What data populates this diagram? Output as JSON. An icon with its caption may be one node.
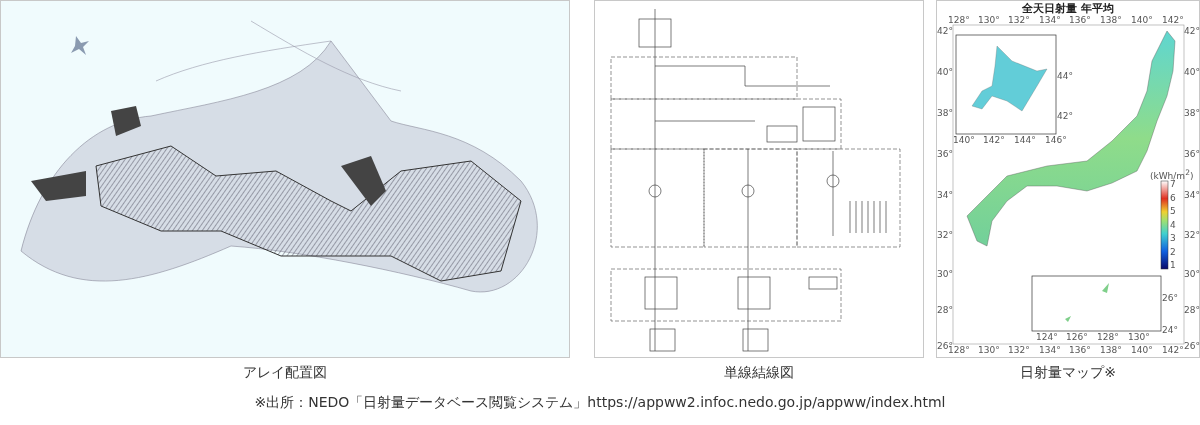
{
  "diagram": {
    "caption": "※出所：NEDO「日射量データベース閲覧システム」https://appww2.infoc.nedo.go.jp/appww/index.html",
    "nodes": [
      {
        "text": [],
        "shape": "picture",
        "beside": [
          "アレイ配置図"
        ]
      },
      {
        "text": [],
        "shape": "picture",
        "beside": [
          "単線結線図"
        ]
      },
      {
        "text": [
          "全天日射量 年平均"
        ],
        "beside": [
          "日射量マップ※"
        ]
      }
    ],
    "labels": [
      "128°",
      "130°",
      "132°",
      "134°",
      "136°",
      "138°",
      "140°",
      "142°",
      "42°",
      "40°",
      "38°",
      "36°",
      "34°",
      "32°",
      "30°",
      "28°",
      "26°",
      "42°",
      "40°",
      "38°",
      "36°",
      "34°",
      "32°",
      "30°",
      "28°",
      "26°",
      "128°",
      "130°",
      "132°",
      "134°",
      "136°",
      "138°",
      "140°",
      "142°",
      "140°",
      "142°",
      "144°",
      "146°",
      "44°",
      "42°",
      "124°",
      "126°",
      "128°",
      "130°",
      "26°",
      "24°",
      "(kWh/m$^{2}$)",
      "7",
      "6",
      "5",
      "4",
      "3",
      "2",
      "1"
    ]
  }
}
